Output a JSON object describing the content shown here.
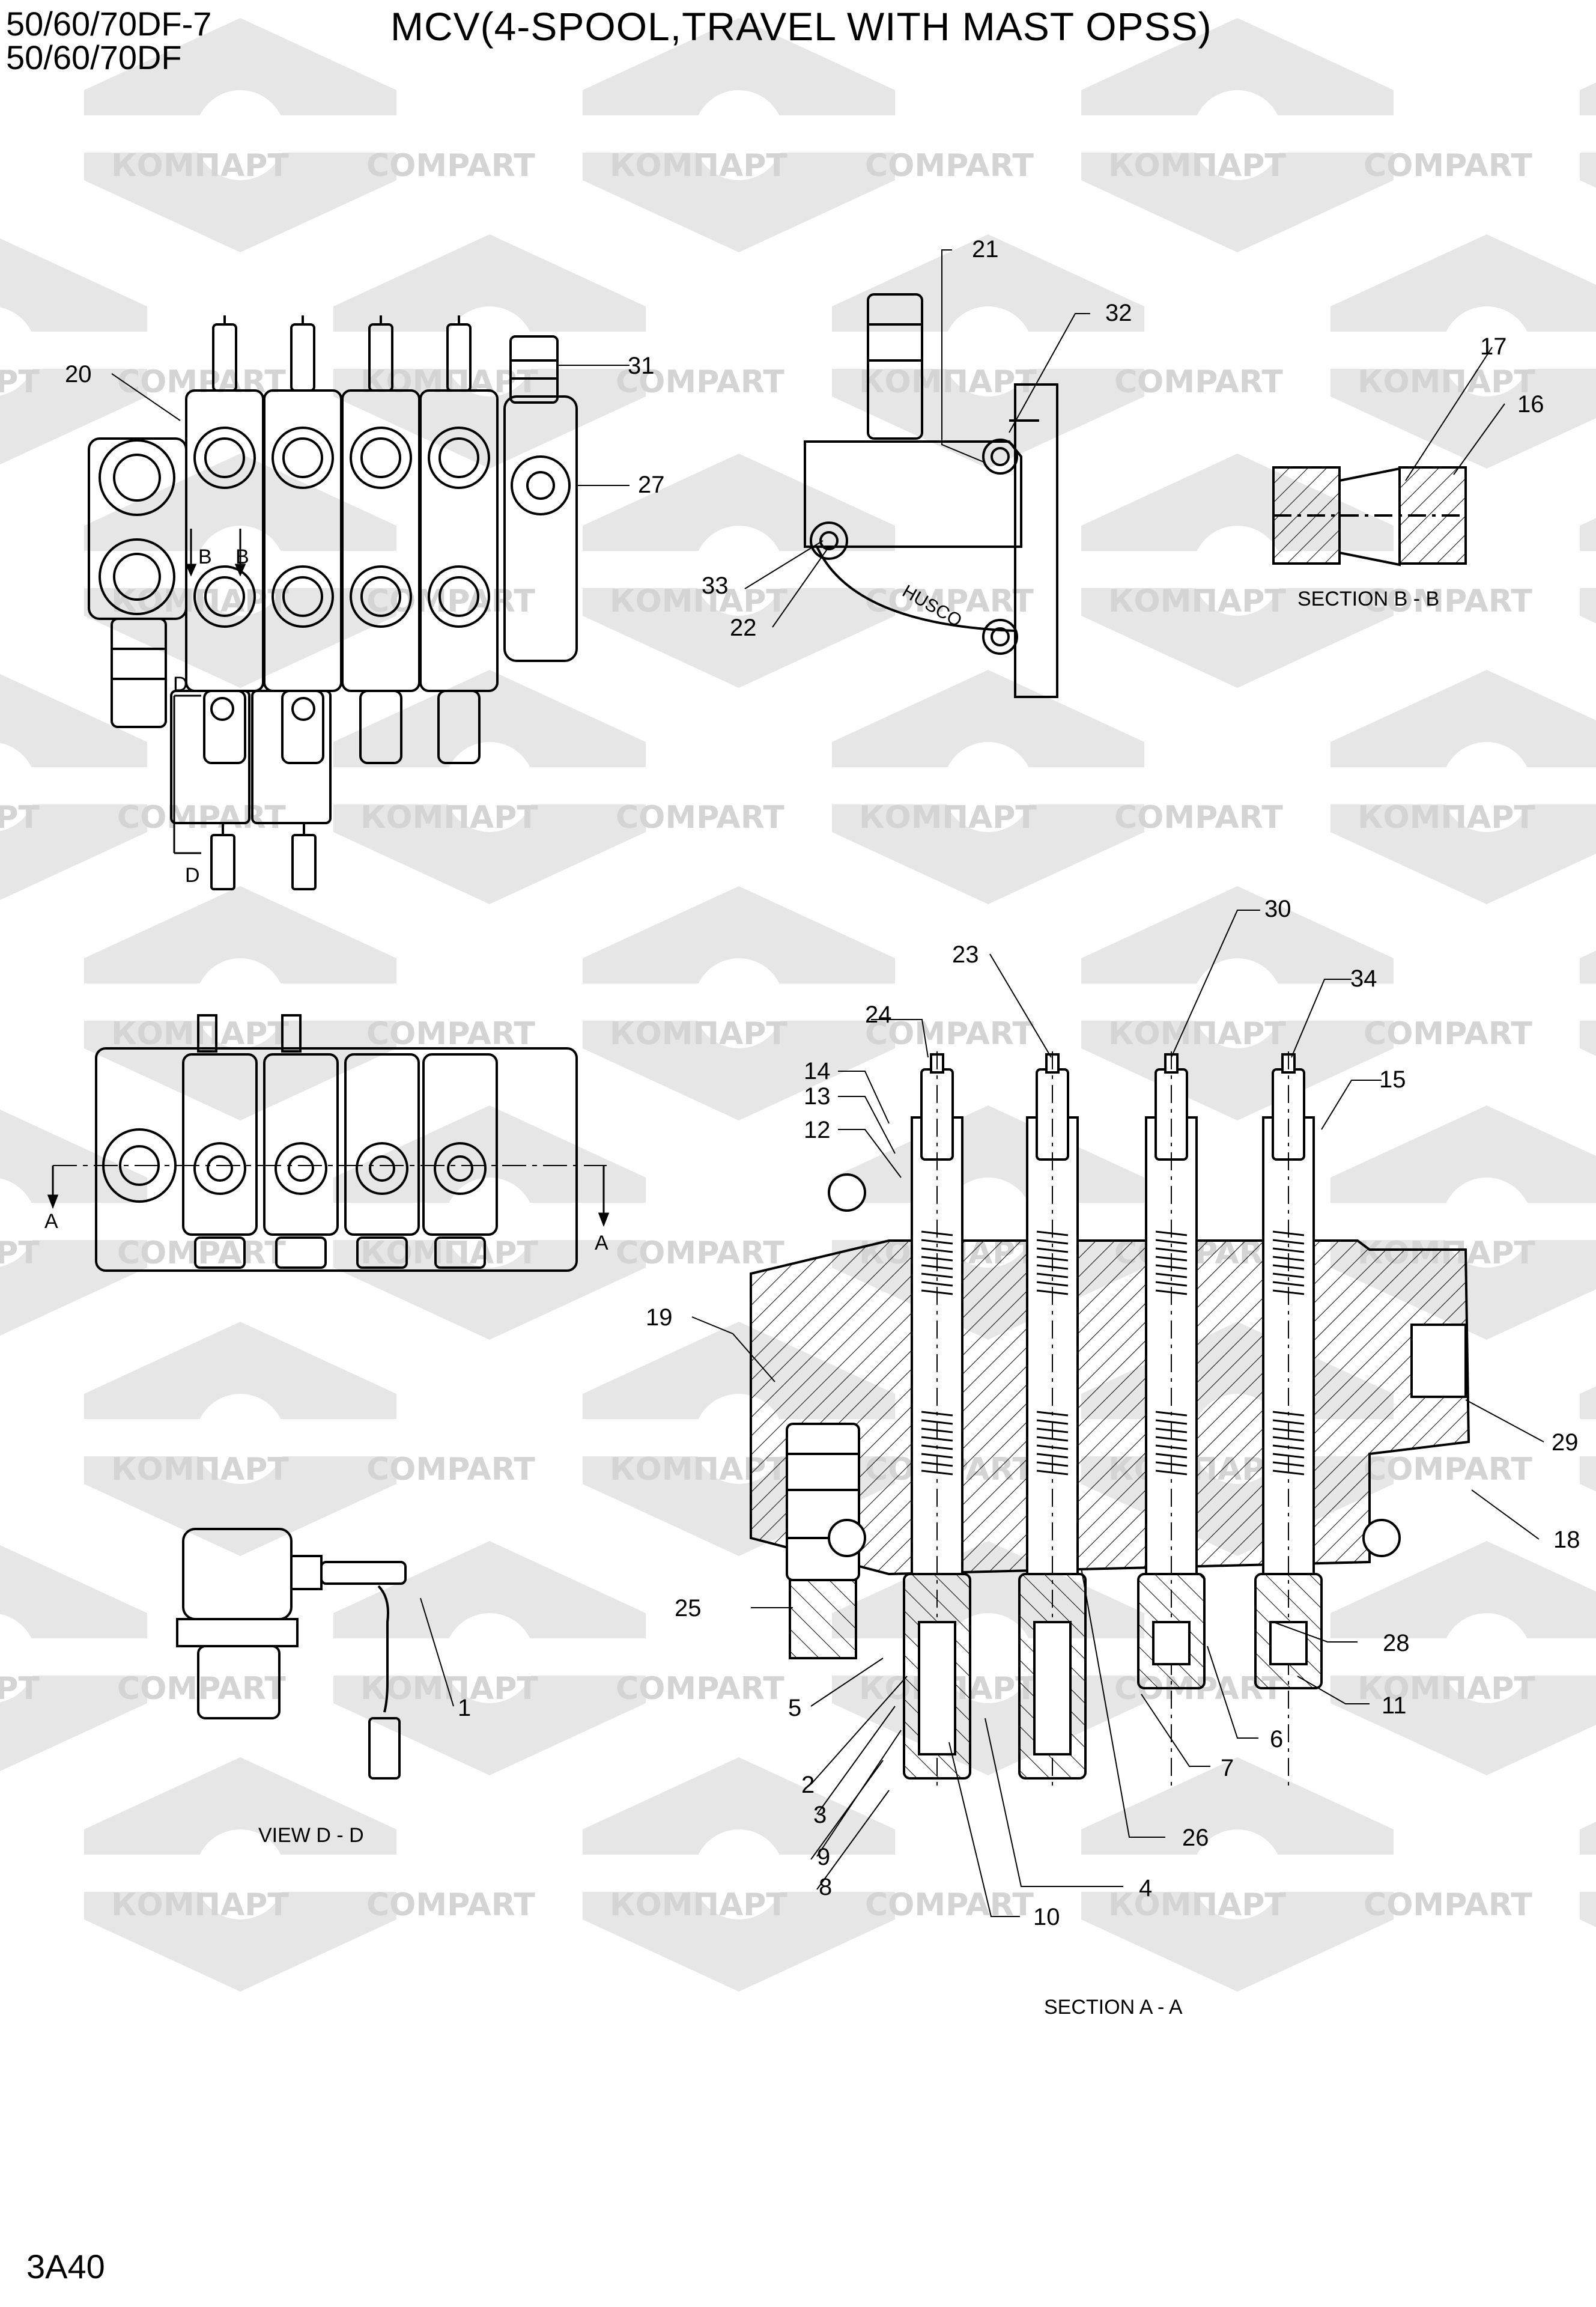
{
  "header": {
    "model_line1": "50/60/70DF-7",
    "model_line2": "50/60/70DF",
    "title": "MCV(4-SPOOL,TRAVEL WITH MAST OPSS)"
  },
  "footer": {
    "page_code": "3A40"
  },
  "watermark": {
    "text_a": "КОМПАРТ",
    "text_b": "COMPART",
    "color": "#d4d4d4"
  },
  "views": {
    "top_view": {
      "section_marks": [
        "B",
        "B",
        "D",
        "D"
      ]
    },
    "side_view": {
      "section_marks": [
        "A",
        "A"
      ]
    },
    "view_dd": {
      "caption": "VIEW D - D"
    },
    "section_bb": {
      "caption": "SECTION B - B"
    },
    "section_aa": {
      "caption": "SECTION A - A"
    },
    "cover": {
      "stamp": "HUSCO"
    }
  },
  "callouts": {
    "c1": "1",
    "c2": "2",
    "c3": "3",
    "c4": "4",
    "c5": "5",
    "c6": "6",
    "c7": "7",
    "c8": "8",
    "c9": "9",
    "c10": "10",
    "c11": "11",
    "c12": "12",
    "c13": "13",
    "c14": "14",
    "c15": "15",
    "c16": "16",
    "c17": "17",
    "c18": "18",
    "c19": "19",
    "c20": "20",
    "c21": "21",
    "c22": "22",
    "c23": "23",
    "c24": "24",
    "c25": "25",
    "c26": "26",
    "c27": "27",
    "c28": "28",
    "c29": "29",
    "c30": "30",
    "c31": "31",
    "c32": "32",
    "c33": "33",
    "c34": "34"
  }
}
